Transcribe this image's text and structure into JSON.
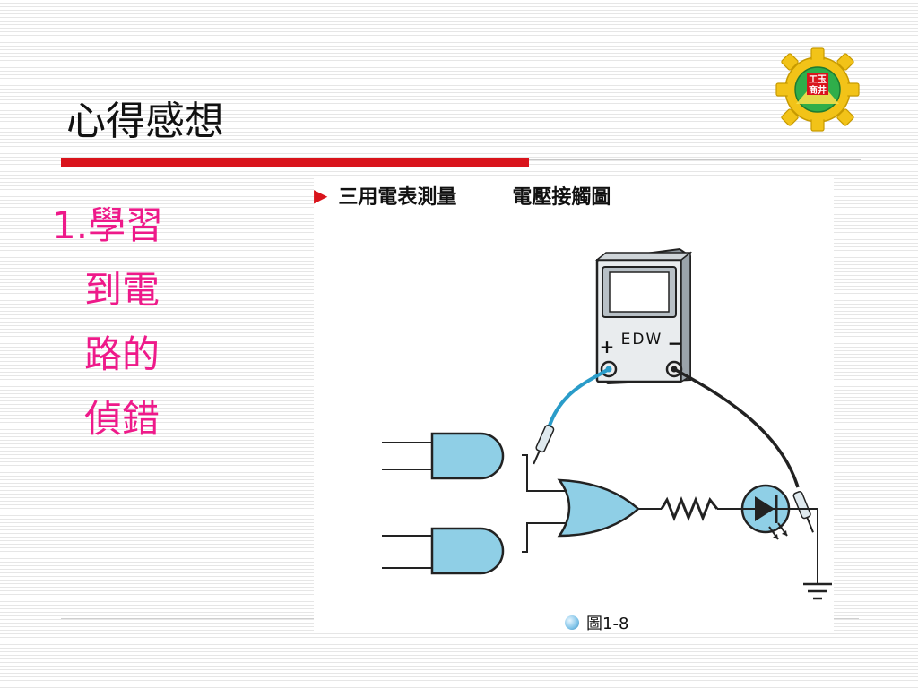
{
  "slide": {
    "title": "心得感想",
    "bullet": {
      "number": "1.",
      "lines": [
        "學習",
        "到電",
        "路的",
        "偵錯"
      ]
    }
  },
  "figure": {
    "heading_part1": "三用電表測量",
    "heading_part2": "電壓接觸圖",
    "meter_brand": "EDW",
    "plus": "+",
    "minus": "−",
    "caption": "圖1-8"
  },
  "logo": {
    "text": "工玉商井"
  },
  "colors": {
    "title_rule": "#d9141c",
    "bullet_text": "#ee1a8a",
    "gate_fill": "#8fcfe6",
    "probe_red_wire": "#2a9cc9",
    "logo_gear": "#f2c318",
    "logo_inner": "#2fae4a"
  }
}
